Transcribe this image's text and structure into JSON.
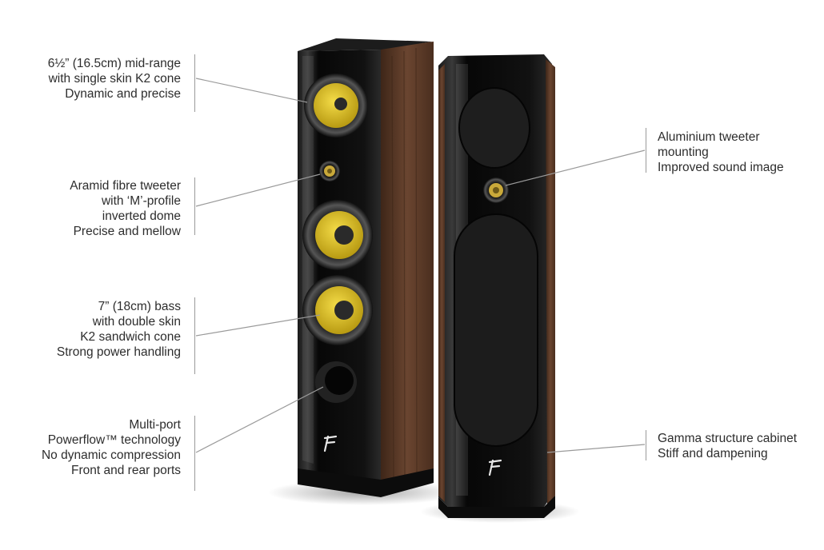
{
  "callouts": {
    "midrange": [
      "6½” (16.5cm) mid-range",
      "with single skin K2 cone",
      "Dynamic and precise"
    ],
    "aramid": [
      "Aramid fibre tweeter",
      "with ‘M’-profile",
      "inverted dome",
      "Precise and mellow"
    ],
    "bass": [
      "7” (18cm) bass",
      "with double skin",
      "K2 sandwich cone",
      "Strong power handling"
    ],
    "port": [
      "Multi-port",
      "Powerflow™ technology",
      "No dynamic compression",
      "Front and rear ports"
    ],
    "aluminium": [
      "Aluminium tweeter",
      "mounting",
      "Improved sound image"
    ],
    "gamma": [
      "Gamma structure cabinet",
      "Stiff and dampening"
    ]
  },
  "colors": {
    "gloss_black": "#0b0b0b",
    "walnut": "#5a3a25",
    "k2_yellow": "#e2c61e",
    "leader_line": "#9a9a9a",
    "text": "#2d2d2d"
  },
  "icons": [
    "focal-logo-icon"
  ]
}
